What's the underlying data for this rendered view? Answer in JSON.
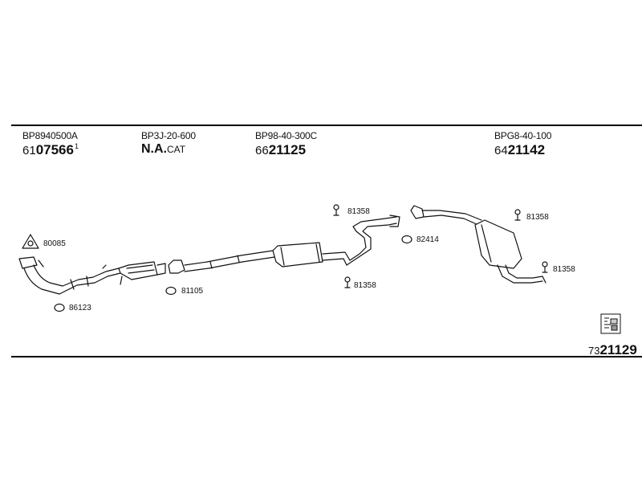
{
  "parts": [
    {
      "code": "BP8940500A",
      "prefix": "61",
      "main": "07566",
      "sup": "1"
    },
    {
      "code": "BP3J-20-600",
      "na": "N.A.",
      "suffix": "CAT"
    },
    {
      "code": "BP98-40-300C",
      "prefix": "66",
      "main": "21125"
    },
    {
      "code": "BPG8-40-100",
      "prefix": "64",
      "main": "21142"
    }
  ],
  "callouts": {
    "c80085": "80085",
    "c86123": "86123",
    "c81105": "81105",
    "c81358_a": "81358",
    "c81358_b": "81358",
    "c82414": "82414",
    "c81358_c": "81358",
    "c81358_d": "81358"
  },
  "footer": {
    "prefix": "73",
    "main": "21129"
  },
  "icons": [
    "gasket-icon",
    "ring-icon",
    "bolt-icon",
    "clamp-icon",
    "document-icon"
  ]
}
